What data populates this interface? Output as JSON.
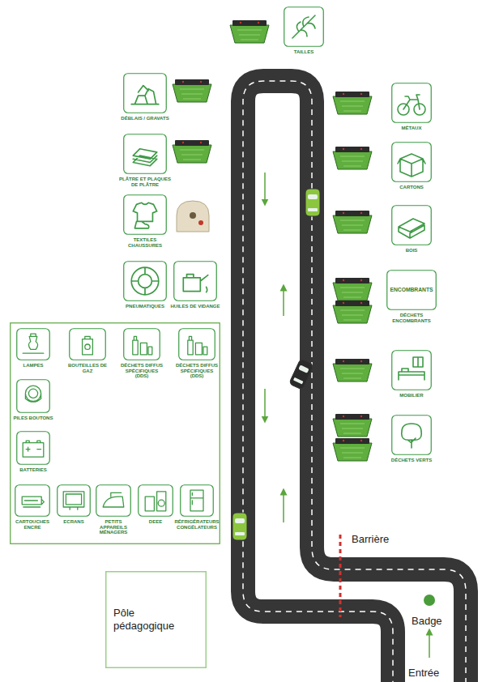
{
  "diagram": {
    "nodes": [
      {
        "text": [
          "TAILLES"
        ]
      },
      {
        "text": [
          "DÉBLAIS / GRAVATS"
        ]
      },
      {
        "text": [
          "MÉTAUX"
        ]
      },
      {
        "text": [
          "PLÂTRE ET PLAQUES DE PLÂTRE"
        ]
      },
      {
        "text": [
          "CARTONS"
        ]
      },
      {
        "text": [
          "TEXTILES CHAUSSURES"
        ]
      },
      {
        "text": [
          "BOIS"
        ]
      },
      {
        "text": [
          "PNEUMATIQUES"
        ]
      },
      {
        "text": [
          "HUILES DE VIDANGE"
        ]
      },
      {
        "text": [
          "ENCOMBRANTS",
          "DÉCHETS ENCOMBRANTS"
        ]
      },
      {
        "text": [
          "MOBILIER"
        ]
      },
      {
        "text": [
          "DÉCHETS VERTS"
        ]
      },
      {
        "text": []
      },
      {
        "text": [
          "LAMPES"
        ],
        "in": 12
      },
      {
        "text": [
          "BOUTEILLES DE GAZ"
        ],
        "in": 12
      },
      {
        "text": [
          "DÉCHETS DIFFUS SPÉCIFIQUES (DDS)"
        ],
        "in": 12
      },
      {
        "text": [
          "DÉCHETS DIFFUS SPÉCIFIQUES (DDS)"
        ],
        "in": 12
      },
      {
        "text": [
          "PILES BOUTONS"
        ],
        "in": 12
      },
      {
        "text": [
          "BATTERIES"
        ],
        "in": 12
      },
      {
        "text": [
          "CARTOUCHES ENCRE"
        ],
        "in": 12
      },
      {
        "text": [
          "ECRANS"
        ],
        "in": 12
      },
      {
        "text": [
          "PETITS APPAREILS MÉNAGERS"
        ],
        "in": 12
      },
      {
        "text": [
          "DEEE"
        ],
        "in": 12
      },
      {
        "text": [
          "RÉFRIGÉRATEURS CONGÉLATEURS"
        ],
        "in": 12
      },
      {
        "text": [
          "Pôle pédagogique"
        ]
      }
    ],
    "labels": [
      "Barrière",
      "Badge",
      "Entrée"
    ]
  }
}
